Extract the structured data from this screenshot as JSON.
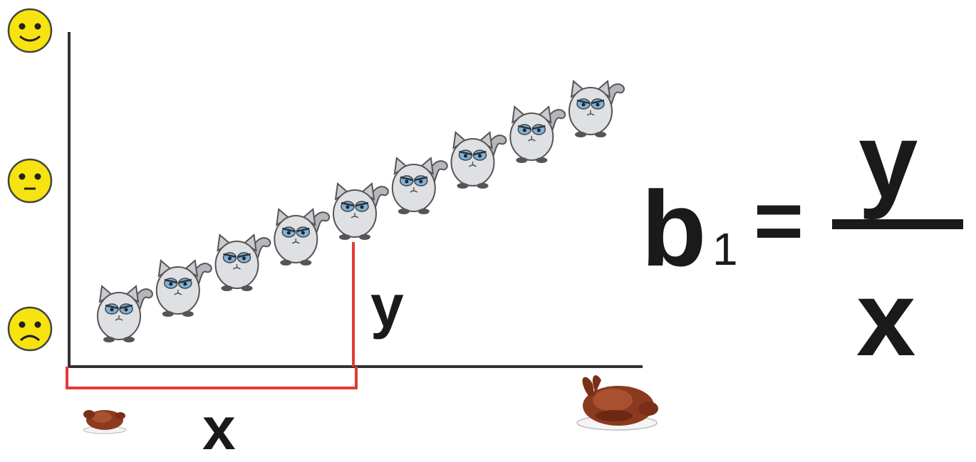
{
  "diagram": {
    "x_label": "x",
    "y_label": "y",
    "equation": {
      "lhs": "b",
      "subscript": "1",
      "equals": "=",
      "numerator": "y",
      "denominator": "x"
    },
    "y_axis_icons": [
      "happy-face-icon",
      "neutral-face-icon",
      "sad-face-icon"
    ],
    "x_axis_icons": [
      "small-roast-chicken-icon",
      "large-roast-turkey-icon"
    ],
    "points_icon": "grumpy-cat-icon",
    "point_count": 9,
    "colors": {
      "axis": "#333333",
      "marker": "#e53935",
      "face": "#f7e30f",
      "text": "#1a1a1a"
    }
  }
}
